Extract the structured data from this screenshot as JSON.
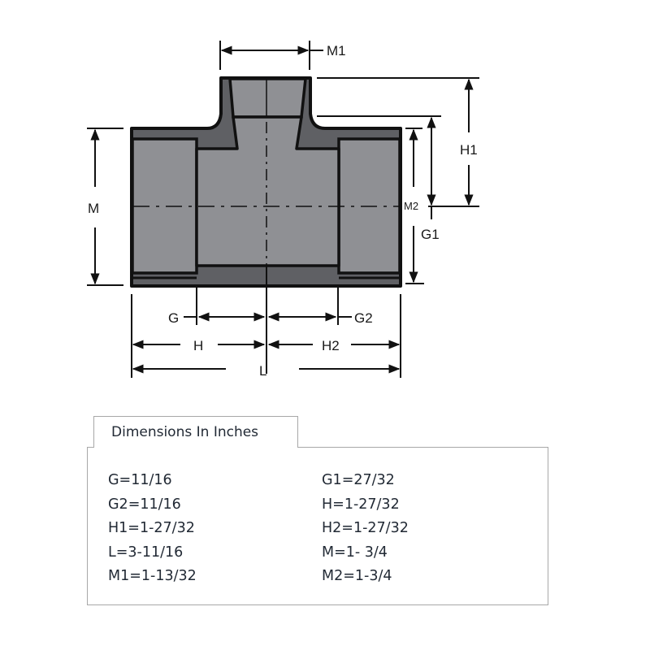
{
  "diagram": {
    "title": "Reducing Tee Dimension Drawing",
    "labels": {
      "M1": "M1",
      "M": "M",
      "M2": "M2",
      "H1": "H1",
      "G1": "G1",
      "G": "G",
      "G2": "G2",
      "H": "H",
      "H2": "H2",
      "L": "L"
    },
    "colors": {
      "body_fill": "#8f9094",
      "wall_fill": "#5f6064",
      "outline": "#111111"
    }
  },
  "dimensions": {
    "tab_label": "Dimensions In Inches",
    "rows": [
      {
        "left": "G=11/16",
        "right": "G1=27/32"
      },
      {
        "left": "G2=11/16",
        "right": "H=1-27/32"
      },
      {
        "left": "H1=1-27/32",
        "right": "H2=1-27/32"
      },
      {
        "left": "L=3-11/16",
        "right": "M=1- 3/4"
      },
      {
        "left": "M1=1-13/32",
        "right": "M2=1-3/4"
      }
    ]
  }
}
